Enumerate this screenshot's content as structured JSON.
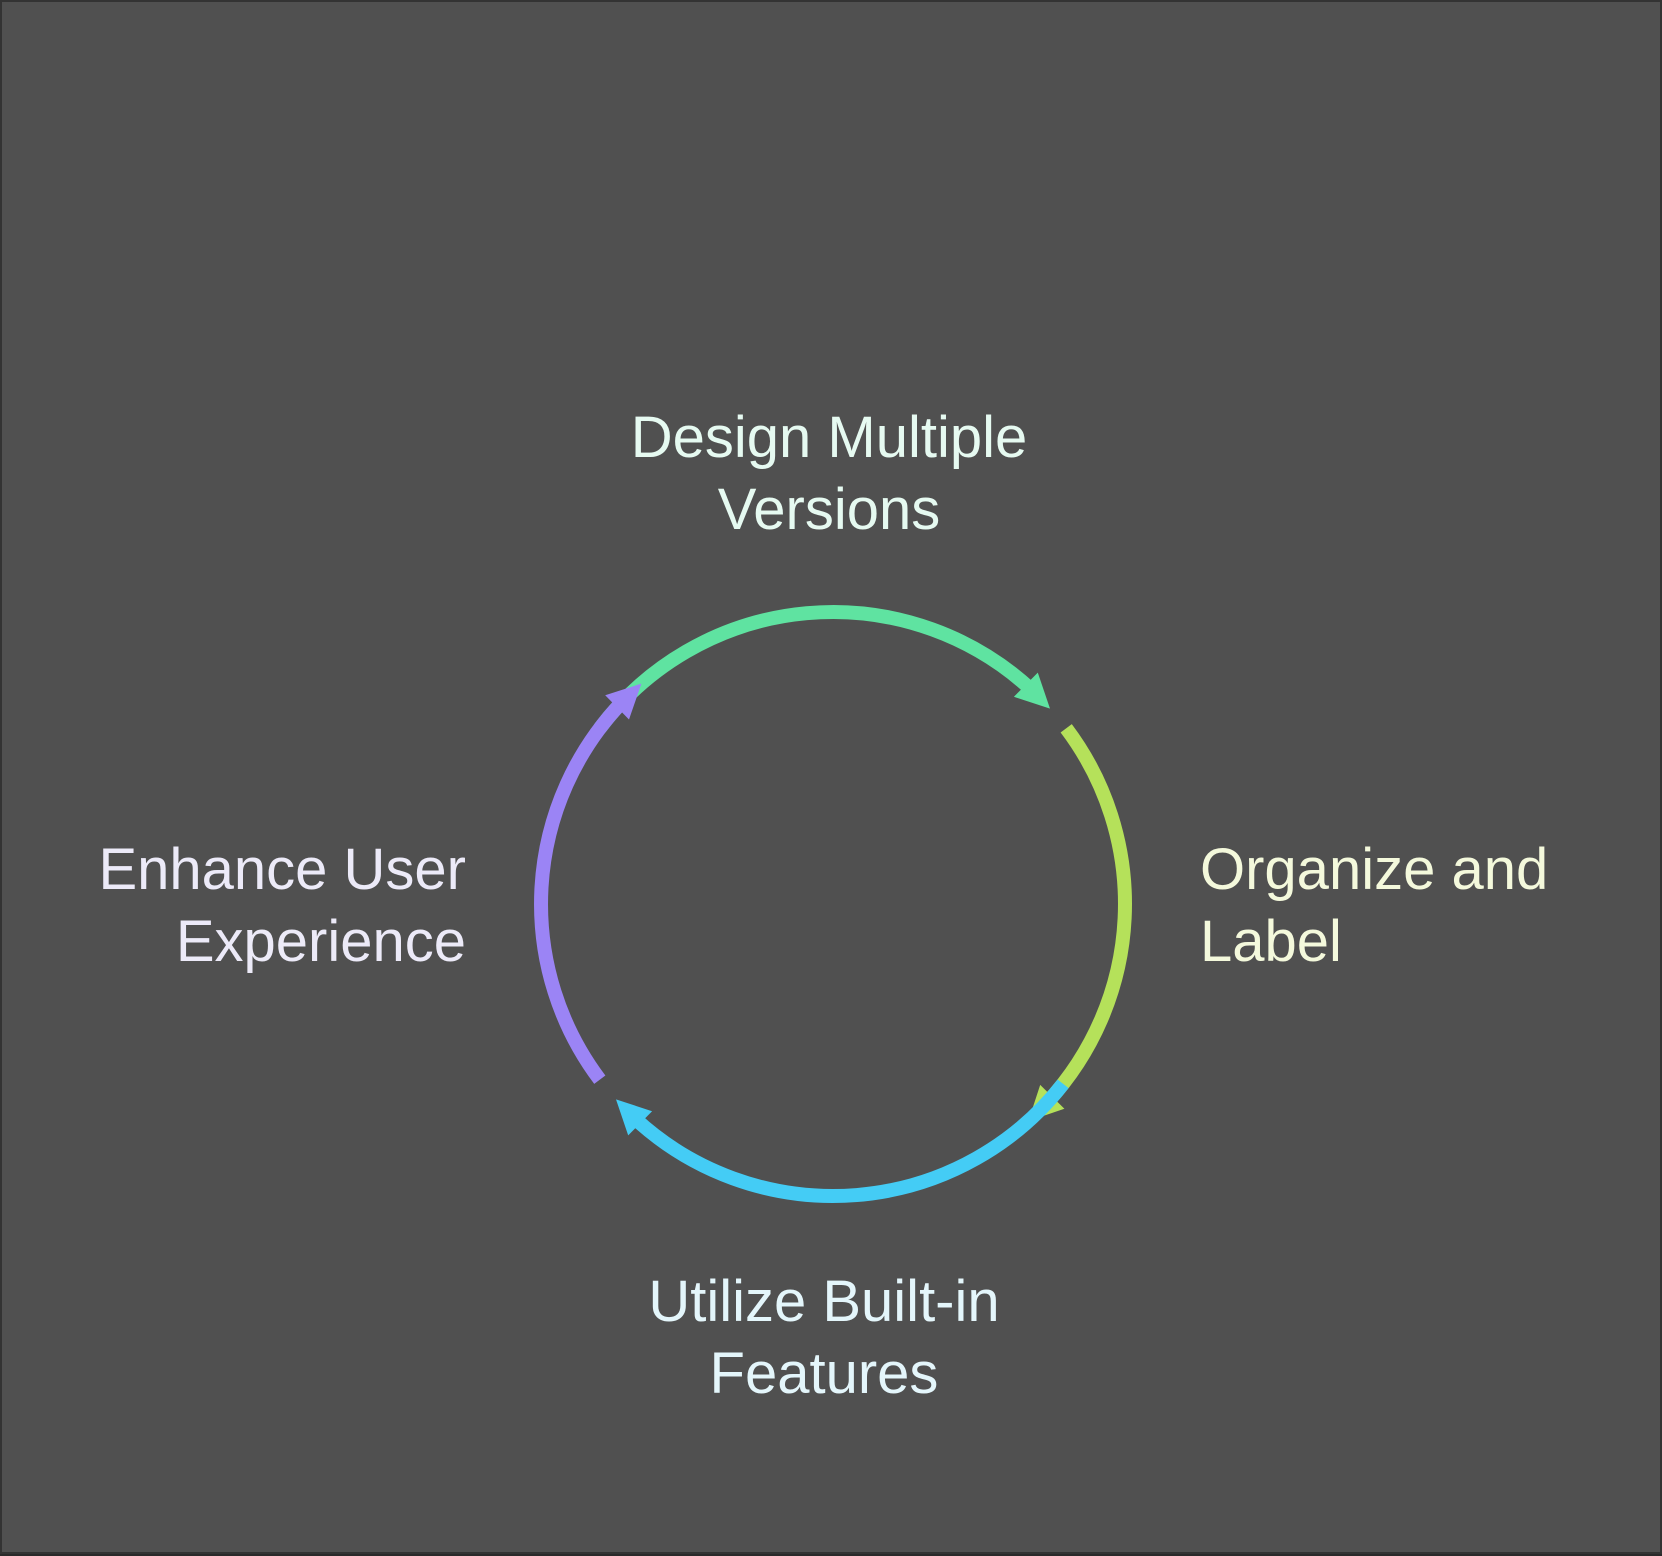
{
  "steps": [
    {
      "line1": "Design Multiple",
      "line2": "Versions",
      "arc_color": "#5FE3A1",
      "text_color": "#E6FAF1"
    },
    {
      "line1": "Organize and",
      "line2": "Label",
      "arc_color": "#B5E15A",
      "text_color": "#F4F9DC"
    },
    {
      "line1": "Utilize Built-in",
      "line2": "Features",
      "arc_color": "#44CCF5",
      "text_color": "#E4F6FB"
    },
    {
      "line1": "Enhance User",
      "line2": "Experience",
      "arc_color": "#9B84F5",
      "text_color": "#ECEAF8"
    }
  ],
  "background_color": "#505050"
}
